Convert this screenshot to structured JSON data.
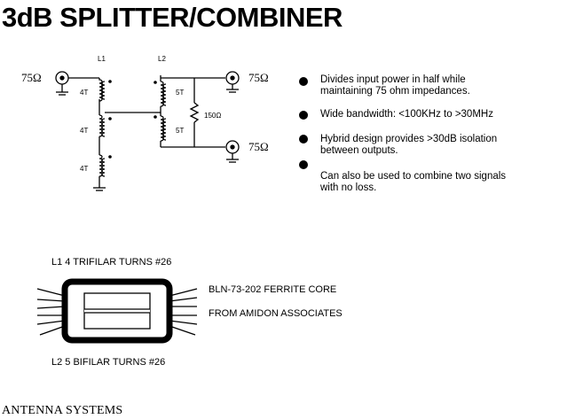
{
  "title": "3dB SPLITTER/COMBINER",
  "circuit": {
    "port_in": "75Ω",
    "port_out1": "75Ω",
    "port_out2": "75Ω",
    "l1_label": "L1",
    "l2_label": "L2",
    "l1_turns": [
      "4T",
      "4T",
      "4T"
    ],
    "l2_turns": [
      "5T",
      "5T"
    ],
    "resistor": "150Ω"
  },
  "bullets": [
    [
      "Divides input power in half while",
      "maintaining 75 ohm impedances."
    ],
    [
      "Wide bandwidth:  <100KHz to >30MHz"
    ],
    [
      "Hybrid design provides >30dB isolation",
      "between outputs."
    ],
    [
      "Can also be used to combine two signals",
      "with no loss."
    ]
  ],
  "core": {
    "l1_winding": "L1  4 TRIFILAR TURNS #26",
    "l2_winding": "L2  5 BIFILAR TURNS #26",
    "part": "BLN-73-202 FERRITE CORE",
    "source": "FROM AMIDON ASSOCIATES"
  },
  "footer": "ANTENNA SYSTEMS"
}
